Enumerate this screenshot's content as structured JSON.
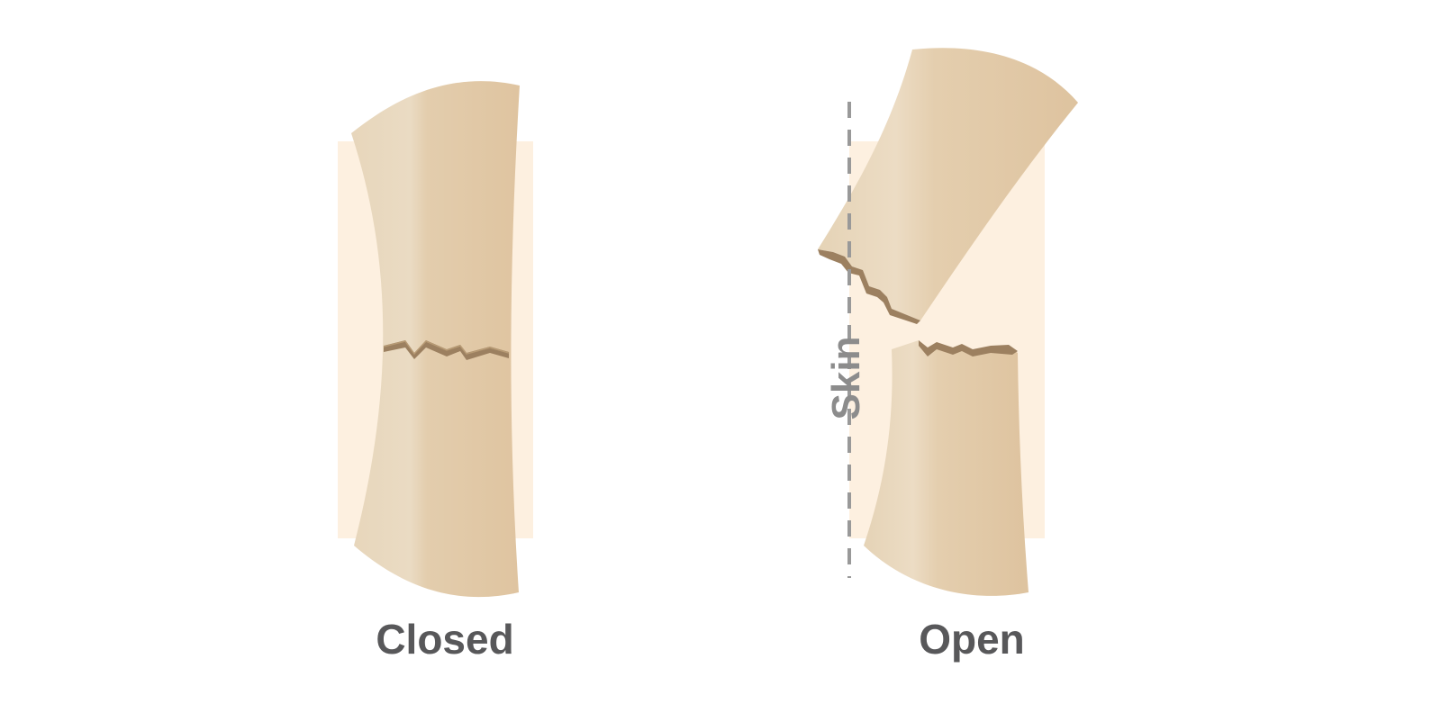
{
  "figure": {
    "panels": [
      {
        "id": "closed",
        "caption": "Closed"
      },
      {
        "id": "open",
        "caption": "Open"
      }
    ],
    "skin_label": "Skin",
    "colors": {
      "skin_tissue": "#fdf0e0",
      "bone_light": "#ead9bf",
      "bone_dark": "#dfc4a0",
      "fracture_edge": "#9c8060",
      "skin_line": "#999999",
      "caption_text": "#58585a",
      "skin_text": "#8c8c8c"
    }
  }
}
